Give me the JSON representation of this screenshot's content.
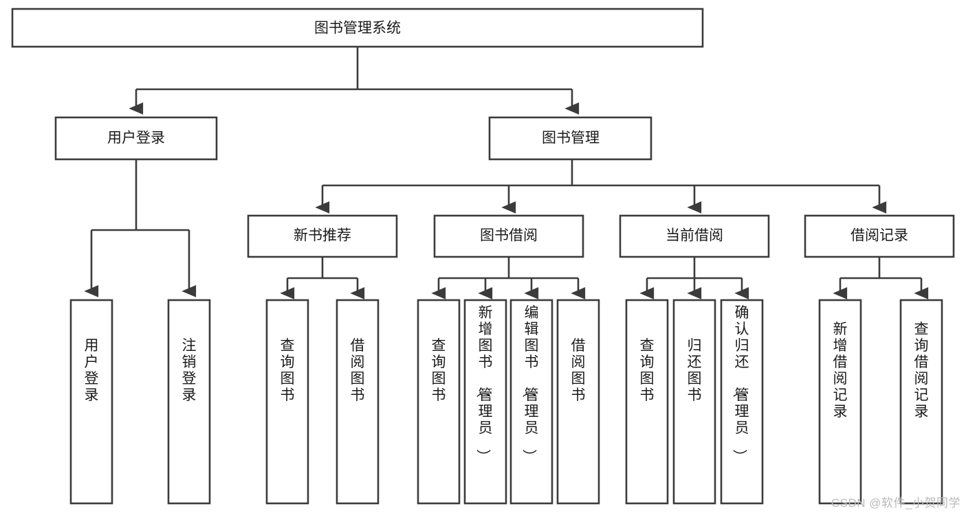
{
  "diagram": {
    "title": "图书管理系统",
    "type": "tree",
    "watermark": "CSDN @软件_小贺同学",
    "colors": {
      "box_fill": "#ffffff",
      "box_stroke": "#3b3b3b",
      "text": "#1a1a1a",
      "watermark": "#b9b9b9",
      "background": "#ffffff"
    },
    "nodes": {
      "root": {
        "label": "图书管理系统",
        "orientation": "horizontal"
      },
      "level2": [
        {
          "id": "user-login",
          "label": "用户登录",
          "orientation": "horizontal"
        },
        {
          "id": "book-manage",
          "label": "图书管理",
          "orientation": "horizontal"
        }
      ],
      "level3": [
        {
          "id": "new-book-recommend",
          "label": "新书推荐",
          "orientation": "horizontal"
        },
        {
          "id": "book-borrow",
          "label": "图书借阅",
          "orientation": "horizontal"
        },
        {
          "id": "current-borrow",
          "label": "当前借阅",
          "orientation": "horizontal"
        },
        {
          "id": "borrow-record",
          "label": "借阅记录",
          "orientation": "horizontal"
        }
      ],
      "leaves": [
        {
          "id": "leaf-user-login",
          "label": "用户登录",
          "orientation": "vertical",
          "parent": "user-login"
        },
        {
          "id": "leaf-logout-login",
          "label": "注销登录",
          "orientation": "vertical",
          "parent": "user-login"
        },
        {
          "id": "leaf-query-book-1",
          "label": "查询图书",
          "orientation": "vertical",
          "parent": "new-book-recommend"
        },
        {
          "id": "leaf-borrow-book-1",
          "label": "借阅图书",
          "orientation": "vertical",
          "parent": "new-book-recommend"
        },
        {
          "id": "leaf-query-book-2",
          "label": "查询图书",
          "orientation": "vertical",
          "parent": "book-borrow"
        },
        {
          "id": "leaf-add-book-admin",
          "label": "新增图书（管理员）",
          "orientation": "vertical",
          "parent": "book-borrow"
        },
        {
          "id": "leaf-edit-book-admin",
          "label": "编辑图书（管理员）",
          "orientation": "vertical",
          "parent": "book-borrow"
        },
        {
          "id": "leaf-borrow-book-2",
          "label": "借阅图书",
          "orientation": "vertical",
          "parent": "book-borrow"
        },
        {
          "id": "leaf-query-book-3",
          "label": "查询图书",
          "orientation": "vertical",
          "parent": "current-borrow"
        },
        {
          "id": "leaf-return-book",
          "label": "归还图书",
          "orientation": "vertical",
          "parent": "current-borrow"
        },
        {
          "id": "leaf-confirm-return-admin",
          "label": "确认归还（管理员）",
          "orientation": "vertical",
          "parent": "current-borrow"
        },
        {
          "id": "leaf-add-borrow-record",
          "label": "新增借阅记录",
          "orientation": "vertical",
          "parent": "borrow-record"
        },
        {
          "id": "leaf-query-borrow-record",
          "label": "查询借阅记录",
          "orientation": "vertical",
          "parent": "borrow-record"
        }
      ]
    }
  }
}
